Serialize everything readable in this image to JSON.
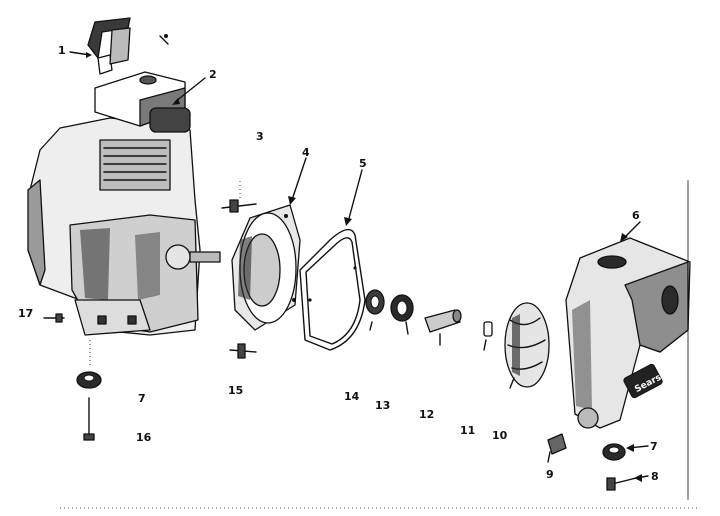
{
  "callouts": {
    "c1": "1",
    "c2": "2",
    "c3": "3",
    "c4": "4",
    "c5": "5",
    "c6": "6",
    "c7a": "7",
    "c7b": "7",
    "c8": "8",
    "c9": "9",
    "c10": "10",
    "c11": "11",
    "c12": "12",
    "c13": "13",
    "c14": "14",
    "c15": "15",
    "c16": "16",
    "c17": "17"
  },
  "brand_text": "Sears",
  "colors": {
    "ink": "#111111",
    "paper": "#ffffff",
    "shade": "#8a8a8a",
    "dark": "#2a2a2a"
  }
}
